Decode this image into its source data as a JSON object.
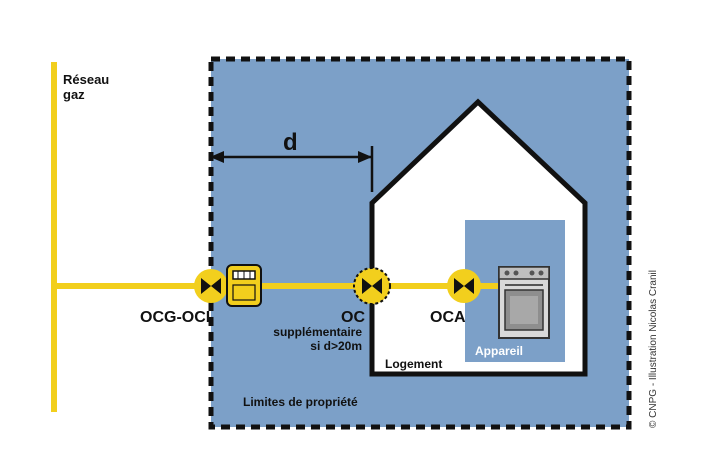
{
  "labels": {
    "network_line1": "Réseau",
    "network_line2": "gaz",
    "distance": "d",
    "ocg_oci": "OCG-OCI",
    "oc": "OC",
    "oc_note_line1": "supplémentaire",
    "oc_note_line2": "si d>20m",
    "oca": "OCA",
    "dwelling": "Logement",
    "appliance": "Appareil",
    "property_limits": "Limites de propriété",
    "credit": "© CNPG - Illustration Nicolas Cranil"
  },
  "colors": {
    "property_fill": "#7ca0c8",
    "appliance_box": "#7ca0c8",
    "gas_pipe": "#f2cf1d",
    "border": "#111111",
    "house_fill": "#ffffff"
  },
  "icons": {
    "valve": "valve-icon",
    "meter": "gas-meter-icon",
    "oven": "oven-icon"
  }
}
